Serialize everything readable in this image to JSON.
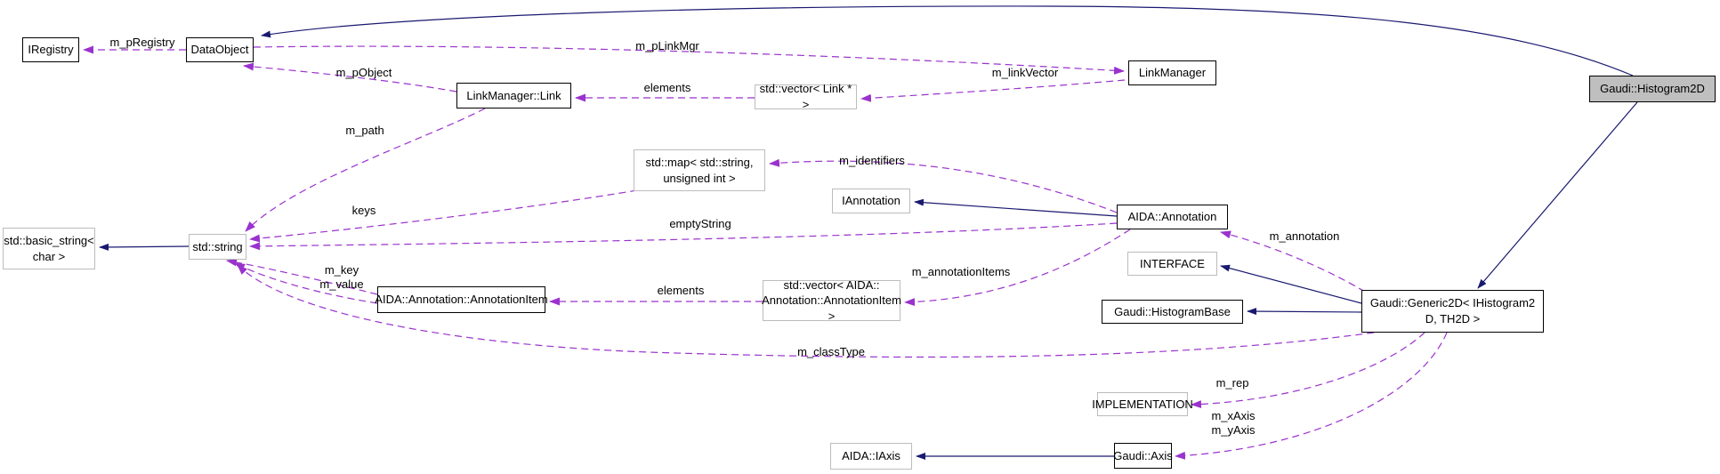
{
  "colors": {
    "inheritance_edge": "#191970",
    "usage_edge": "#9a32cd",
    "node_fill": "#ffffff",
    "main_node_fill": "#bfbfbf",
    "documented_border": "#000000",
    "undocumented_border": "#bcbcbc",
    "label_text": "#000000"
  },
  "nodes": [
    {
      "id": "IRegistry",
      "label": "IRegistry"
    },
    {
      "id": "DataObject",
      "label": "DataObject"
    },
    {
      "id": "LinkManager::Link",
      "label": "LinkManager::Link"
    },
    {
      "id": "std::vector< Link * >",
      "label": "std::vector< Link * >"
    },
    {
      "id": "LinkManager",
      "label": "LinkManager"
    },
    {
      "id": "Gaudi::Histogram2D",
      "label": "Gaudi::Histogram2D",
      "main": true
    },
    {
      "id": "std::map",
      "label": "std::map< std::string,\nunsigned int >"
    },
    {
      "id": "IAnnotation",
      "label": "IAnnotation"
    },
    {
      "id": "AIDA::Annotation",
      "label": "AIDA::Annotation"
    },
    {
      "id": "std::basic_string",
      "label": "std::basic_string<\nchar >"
    },
    {
      "id": "std::string",
      "label": "std::string"
    },
    {
      "id": "AIDA::Annotation::AnnotationItem",
      "label": "AIDA::Annotation::AnnotationItem"
    },
    {
      "id": "std::vector<AnnotationItem>",
      "label": "std::vector< AIDA::\nAnnotation::AnnotationItem >"
    },
    {
      "id": "INTERFACE",
      "label": "INTERFACE"
    },
    {
      "id": "Gaudi::HistogramBase",
      "label": "Gaudi::HistogramBase"
    },
    {
      "id": "Gaudi::Generic2D",
      "label": "Gaudi::Generic2D< IHistogram2\nD, TH2D >"
    },
    {
      "id": "IMPLEMENTATION",
      "label": "IMPLEMENTATION"
    },
    {
      "id": "AIDA::IAxis",
      "label": "AIDA::IAxis"
    },
    {
      "id": "Gaudi::Axis",
      "label": "Gaudi::Axis"
    }
  ],
  "edges": [
    {
      "from": "DataObject",
      "to": "IRegistry",
      "label": "m_pRegistry",
      "type": "usage"
    },
    {
      "from": "DataObject",
      "to": "LinkManager",
      "label": "m_pLinkMgr",
      "type": "usage"
    },
    {
      "from": "LinkManager::Link",
      "to": "DataObject",
      "label": "m_pObject",
      "type": "usage"
    },
    {
      "from": "std::vector< Link * >",
      "to": "LinkManager::Link",
      "label": "elements",
      "type": "usage"
    },
    {
      "from": "LinkManager",
      "to": "std::vector< Link * >",
      "label": "m_linkVector",
      "type": "usage"
    },
    {
      "from": "LinkManager::Link",
      "to": "std::string",
      "label": "m_path",
      "type": "usage"
    },
    {
      "from": "std::map",
      "to": "std::string",
      "label": "keys",
      "type": "usage"
    },
    {
      "from": "AIDA::Annotation",
      "to": "std::map",
      "label": "m_identifiers",
      "type": "usage"
    },
    {
      "from": "AIDA::Annotation",
      "to": "std::string",
      "label": "emptyString",
      "type": "usage"
    },
    {
      "from": "Gaudi::Generic2D",
      "to": "AIDA::Annotation",
      "label": "m_annotation",
      "type": "usage"
    },
    {
      "from": "AIDA::Annotation",
      "to": "std::vector<AnnotationItem>",
      "label": "m_annotationItems",
      "type": "usage"
    },
    {
      "from": "std::vector<AnnotationItem>",
      "to": "AIDA::Annotation::AnnotationItem",
      "label": "elements",
      "type": "usage"
    },
    {
      "from": "AIDA::Annotation::AnnotationItem",
      "to": "std::string",
      "label": "m_key\nm_value",
      "type": "usage"
    },
    {
      "from": "Gaudi::Generic2D",
      "to": "std::string",
      "label": "m_classType",
      "type": "usage"
    },
    {
      "from": "Gaudi::Generic2D",
      "to": "IMPLEMENTATION",
      "label": "m_rep",
      "type": "usage"
    },
    {
      "from": "Gaudi::Generic2D",
      "to": "Gaudi::Axis",
      "label": "m_xAxis\nm_yAxis",
      "type": "usage"
    },
    {
      "from": "Gaudi::Histogram2D",
      "to": "DataObject",
      "type": "inheritance"
    },
    {
      "from": "Gaudi::Histogram2D",
      "to": "Gaudi::Generic2D",
      "type": "inheritance"
    },
    {
      "from": "std::string",
      "to": "std::basic_string",
      "type": "inheritance"
    },
    {
      "from": "AIDA::Annotation",
      "to": "IAnnotation",
      "type": "inheritance"
    },
    {
      "from": "Gaudi::Generic2D",
      "to": "INTERFACE",
      "type": "inheritance"
    },
    {
      "from": "Gaudi::Generic2D",
      "to": "Gaudi::HistogramBase",
      "type": "inheritance"
    },
    {
      "from": "Gaudi::Axis",
      "to": "AIDA::IAxis",
      "type": "inheritance"
    }
  ]
}
